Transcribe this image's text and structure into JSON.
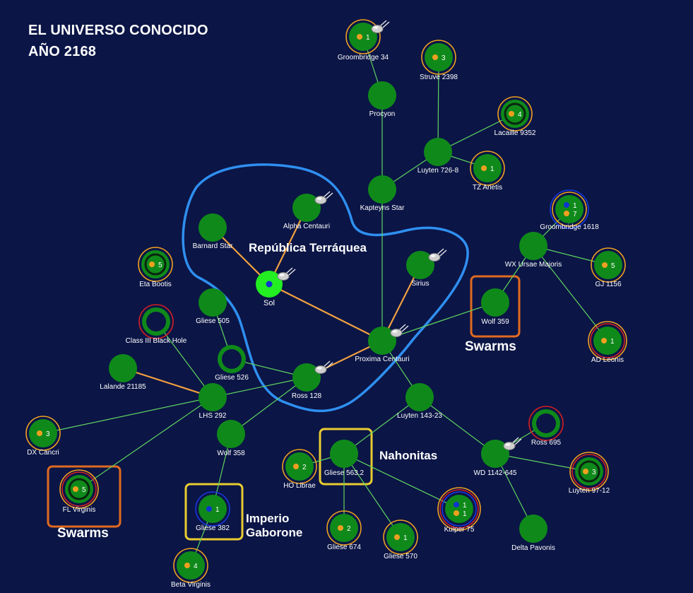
{
  "header": {
    "title_line1": "EL UNIVERSO CONOCIDO",
    "title_line2": "AÑO 2168"
  },
  "colors": {
    "background": "#0b1546",
    "system": "#0f8a1a",
    "home_system": "#22ee22",
    "lane_plain": "#5fd45f",
    "lane_route": "#f0a040",
    "territory_outline": "#2f8ff0",
    "box_orange": "#e06a20",
    "box_yellow": "#e8cc30",
    "label": "#ffffff",
    "planet": "#f0a020",
    "planet_blue": "#1034d0"
  },
  "regions": [
    {
      "id": "republica",
      "label": "República Terráquea"
    },
    {
      "id": "swarms-east",
      "label": "Swarms"
    },
    {
      "id": "swarms-west",
      "label": "Swarms"
    },
    {
      "id": "nahonitas",
      "label": "Nahonitas"
    },
    {
      "id": "gaborone",
      "label": "Imperio\nGaborone"
    }
  ],
  "systems": [
    {
      "id": "groombridge-34",
      "name": "Groombridge 34",
      "count": "1",
      "rings": [
        "orange"
      ],
      "ship": true
    },
    {
      "id": "struve-2398",
      "name": "Struve 2398",
      "count": "3",
      "rings": [
        "orange"
      ]
    },
    {
      "id": "procyon",
      "name": "Procyon"
    },
    {
      "id": "lacaille-9352",
      "name": "Lacaille 9352",
      "count": "4",
      "rings": [
        "orange"
      ],
      "core": "dark-ring"
    },
    {
      "id": "luyten-726-8",
      "name": "Luyten 726-8"
    },
    {
      "id": "tz-arietis",
      "name": "TZ Arietis",
      "count": "1",
      "rings": [
        "orange"
      ]
    },
    {
      "id": "kapteyns-star",
      "name": "Kapteyns Star"
    },
    {
      "id": "groombridge-1618",
      "name": "Groombridge 1618",
      "count": "1",
      "count2": "7",
      "rings": [
        "orange",
        "blue"
      ],
      "blue": true
    },
    {
      "id": "alpha-centauri",
      "name": "Alpha Centauri",
      "ship": true
    },
    {
      "id": "barnard-star",
      "name": "Barnard Star"
    },
    {
      "id": "wx-ursae-majoris",
      "name": "WX Ursae Majoris"
    },
    {
      "id": "gj-1156",
      "name": "GJ 1156",
      "count": "5",
      "rings": [
        "orange"
      ]
    },
    {
      "id": "eta-bootis",
      "name": "Eta Bootis",
      "count": "5",
      "rings": [
        "orange"
      ],
      "core": "dark-ring"
    },
    {
      "id": "sol",
      "name": "Sol",
      "home": true,
      "ship": true
    },
    {
      "id": "sirius",
      "name": "Sirius",
      "ship": true
    },
    {
      "id": "wolf-359",
      "name": "Wolf 359"
    },
    {
      "id": "gliese-505",
      "name": "Gliese 505"
    },
    {
      "id": "class-iii-black-hole",
      "name": "Class III Black Hole",
      "rings": [
        "red"
      ],
      "core": "hollow"
    },
    {
      "id": "ad-leonis",
      "name": "AD Leonis",
      "count": "1",
      "rings": [
        "red",
        "orange"
      ]
    },
    {
      "id": "proxima-centauri",
      "name": "Proxima Centauri",
      "ship": true
    },
    {
      "id": "gliese-526",
      "name": "Gliese 526",
      "core": "hollow"
    },
    {
      "id": "lalande-21185",
      "name": "Lalande 21185"
    },
    {
      "id": "ross-128",
      "name": "Ross 128",
      "ship": true
    },
    {
      "id": "lhs-292",
      "name": "LHS 292"
    },
    {
      "id": "luyten-143-23",
      "name": "Luyten 143-23"
    },
    {
      "id": "dx-cancri",
      "name": "DX Cancri",
      "count": "3",
      "rings": [
        "orange"
      ]
    },
    {
      "id": "wolf-358",
      "name": "Wolf 358"
    },
    {
      "id": "ross-695",
      "name": "Ross 695",
      "rings": [
        "red"
      ],
      "core": "hollow"
    },
    {
      "id": "gliese-563-2",
      "name": "Gliese 563.2"
    },
    {
      "id": "wd-1142-645",
      "name": "WD 1142-645",
      "ship": true
    },
    {
      "id": "ho-librae",
      "name": "HO Librae",
      "count": "2",
      "rings": [
        "orange"
      ]
    },
    {
      "id": "luyten-97-12",
      "name": "Luyten 97-12",
      "count": "3",
      "rings": [
        "red",
        "orange"
      ],
      "core": "dark-ring"
    },
    {
      "id": "fl-virginis",
      "name": "FL Virginis",
      "count": "5",
      "rings": [
        "red",
        "orange"
      ],
      "core": "dark-ring"
    },
    {
      "id": "gliese-382",
      "name": "Gliese 382",
      "count": "1",
      "rings": [
        "blue"
      ],
      "blue": true
    },
    {
      "id": "kuiper-75",
      "name": "Kuiper 75",
      "count": "1",
      "count2": "1",
      "rings": [
        "blue",
        "red",
        "orange"
      ],
      "blue": true
    },
    {
      "id": "gliese-674",
      "name": "Gliese 674",
      "count": "2",
      "rings": [
        "orange"
      ]
    },
    {
      "id": "gliese-570",
      "name": "Gliese 570",
      "count": "1",
      "rings": [
        "orange"
      ]
    },
    {
      "id": "delta-pavonis",
      "name": "Delta Pavonis"
    },
    {
      "id": "beta-virginis",
      "name": "Beta Virginis",
      "count": "4",
      "rings": [
        "orange"
      ]
    }
  ],
  "lanes": [
    {
      "from": "groombridge-34",
      "to": "procyon",
      "style": "plain"
    },
    {
      "from": "procyon",
      "to": "kapteyns-star",
      "style": "plain"
    },
    {
      "from": "struve-2398",
      "to": "luyten-726-8",
      "style": "plain"
    },
    {
      "from": "lacaille-9352",
      "to": "luyten-726-8",
      "style": "plain"
    },
    {
      "from": "luyten-726-8",
      "to": "tz-arietis",
      "style": "plain"
    },
    {
      "from": "luyten-726-8",
      "to": "kapteyns-star",
      "style": "plain"
    },
    {
      "from": "kapteyns-star",
      "to": "proxima-centauri",
      "style": "plain"
    },
    {
      "from": "wx-ursae-majoris",
      "to": "groombridge-1618",
      "style": "plain"
    },
    {
      "from": "wx-ursae-majoris",
      "to": "gj-1156",
      "style": "plain"
    },
    {
      "from": "wx-ursae-majoris",
      "to": "ad-leonis",
      "style": "plain"
    },
    {
      "from": "wx-ursae-majoris",
      "to": "wolf-359",
      "style": "plain"
    },
    {
      "from": "wolf-359",
      "to": "proxima-centauri",
      "style": "plain"
    },
    {
      "from": "alpha-centauri",
      "to": "sol",
      "style": "route"
    },
    {
      "from": "barnard-star",
      "to": "sol",
      "style": "route"
    },
    {
      "from": "sol",
      "to": "proxima-centauri",
      "style": "route"
    },
    {
      "from": "sirius",
      "to": "proxima-centauri",
      "style": "route"
    },
    {
      "from": "proxima-centauri",
      "to": "ross-128",
      "style": "route"
    },
    {
      "from": "gliese-505",
      "to": "gliese-526",
      "style": "plain"
    },
    {
      "from": "gliese-526",
      "to": "ross-128",
      "style": "plain"
    },
    {
      "from": "lalande-21185",
      "to": "lhs-292",
      "style": "route"
    },
    {
      "from": "ross-128",
      "to": "lhs-292",
      "style": "plain"
    },
    {
      "from": "ross-128",
      "to": "wolf-358",
      "style": "plain"
    },
    {
      "from": "lhs-292",
      "to": "dx-cancri",
      "style": "plain"
    },
    {
      "from": "lhs-292",
      "to": "fl-virginis",
      "style": "plain"
    },
    {
      "from": "lhs-292",
      "to": "class-iii-black-hole",
      "style": "plain"
    },
    {
      "from": "wolf-358",
      "to": "gliese-382",
      "style": "plain"
    },
    {
      "from": "gliese-382",
      "to": "beta-virginis",
      "style": "plain"
    },
    {
      "from": "proxima-centauri",
      "to": "luyten-143-23",
      "style": "plain"
    },
    {
      "from": "luyten-143-23",
      "to": "gliese-563-2",
      "style": "plain"
    },
    {
      "from": "luyten-143-23",
      "to": "wd-1142-645",
      "style": "plain"
    },
    {
      "from": "gliese-563-2",
      "to": "ho-librae",
      "style": "plain"
    },
    {
      "from": "gliese-563-2",
      "to": "gliese-674",
      "style": "plain"
    },
    {
      "from": "gliese-563-2",
      "to": "gliese-570",
      "style": "plain"
    },
    {
      "from": "gliese-563-2",
      "to": "kuiper-75",
      "style": "plain"
    },
    {
      "from": "wd-1142-645",
      "to": "ross-695",
      "style": "plain"
    },
    {
      "from": "wd-1142-645",
      "to": "luyten-97-12",
      "style": "plain"
    },
    {
      "from": "wd-1142-645",
      "to": "delta-pavonis",
      "style": "plain"
    }
  ]
}
